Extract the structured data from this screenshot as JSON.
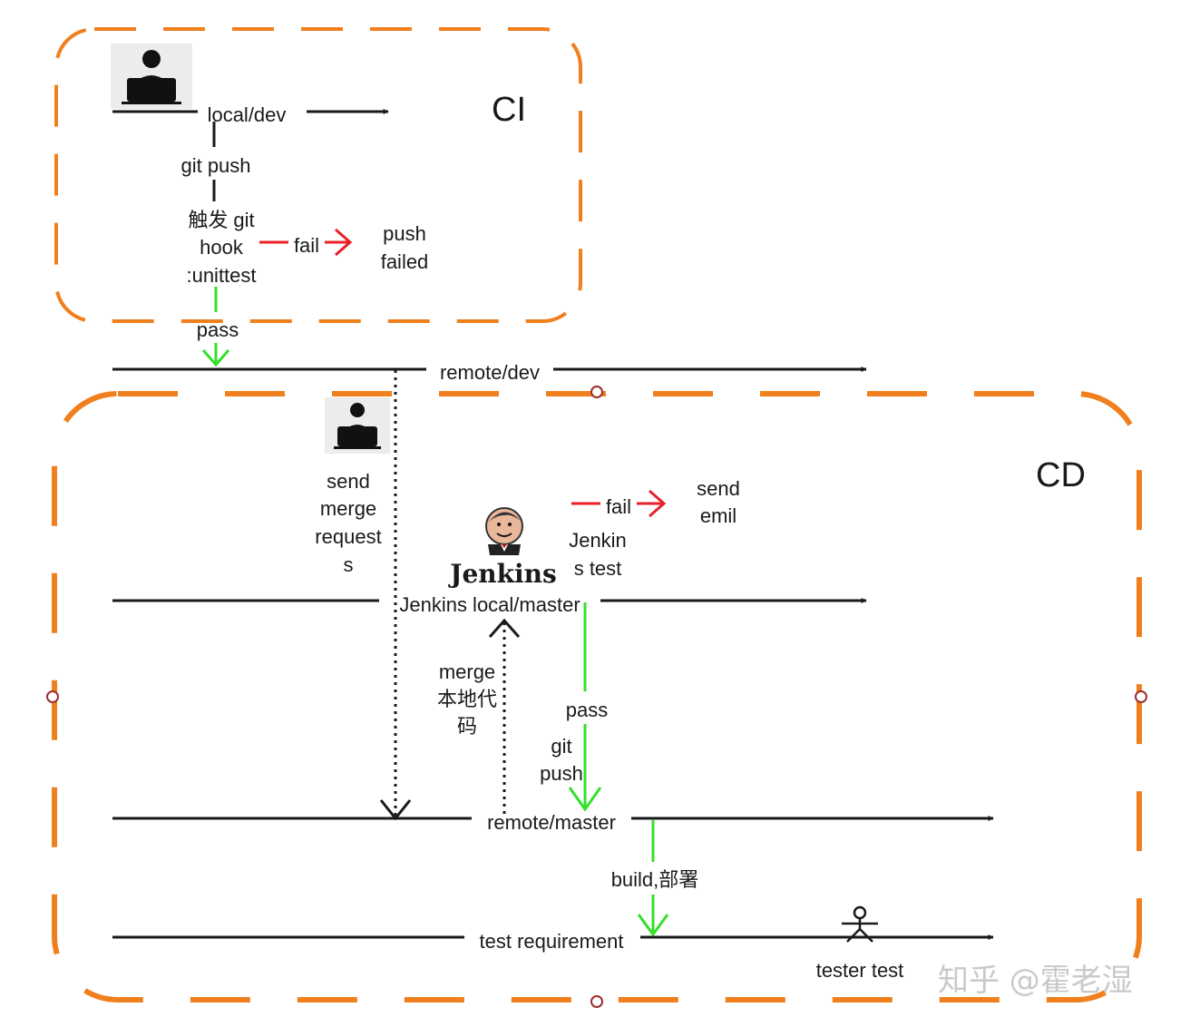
{
  "regions": {
    "ci_title": "CI",
    "cd_title": "CD",
    "accent_color": "#f07f1e"
  },
  "branches": {
    "local_dev": "local/dev",
    "remote_dev": "remote/dev",
    "jenkins_local_master": "Jenkins local/master",
    "remote_master": "remote/master",
    "test_requirement": "test requirement"
  },
  "ci_flow": {
    "git_push": "git push",
    "hook_line1": "触发 git",
    "hook_line2": "hook",
    "hook_line3": ":unittest",
    "fail": "fail",
    "push_failed_line1": "push",
    "push_failed_line2": "failed",
    "pass": "pass"
  },
  "cd_flow": {
    "merge_request_line1": "send",
    "merge_request_line2": "merge",
    "merge_request_line3": "request",
    "merge_request_line4": "s",
    "jenkins_logo_text": "Jenkins",
    "fail": "fail",
    "send_emil_line1": "send",
    "send_emil_line2": "emil",
    "jenkins_test_line1": "Jenkin",
    "jenkins_test_line2": "s test",
    "merge_local_line1": "merge",
    "merge_local_line2": "本地代",
    "merge_local_line3": "码",
    "pass": "pass",
    "git_push_line1": "git",
    "git_push_line2": "push",
    "build_deploy": "build,部署",
    "tester_test": "tester test"
  },
  "watermark": "知乎 @霍老湿",
  "colors": {
    "pass_arrow": "#33e02a",
    "fail_arrow": "#e8202a",
    "line": "#1a1a1a"
  },
  "icons": [
    "developer-icon",
    "jenkins-butler-icon",
    "tester-stick-figure-icon"
  ]
}
